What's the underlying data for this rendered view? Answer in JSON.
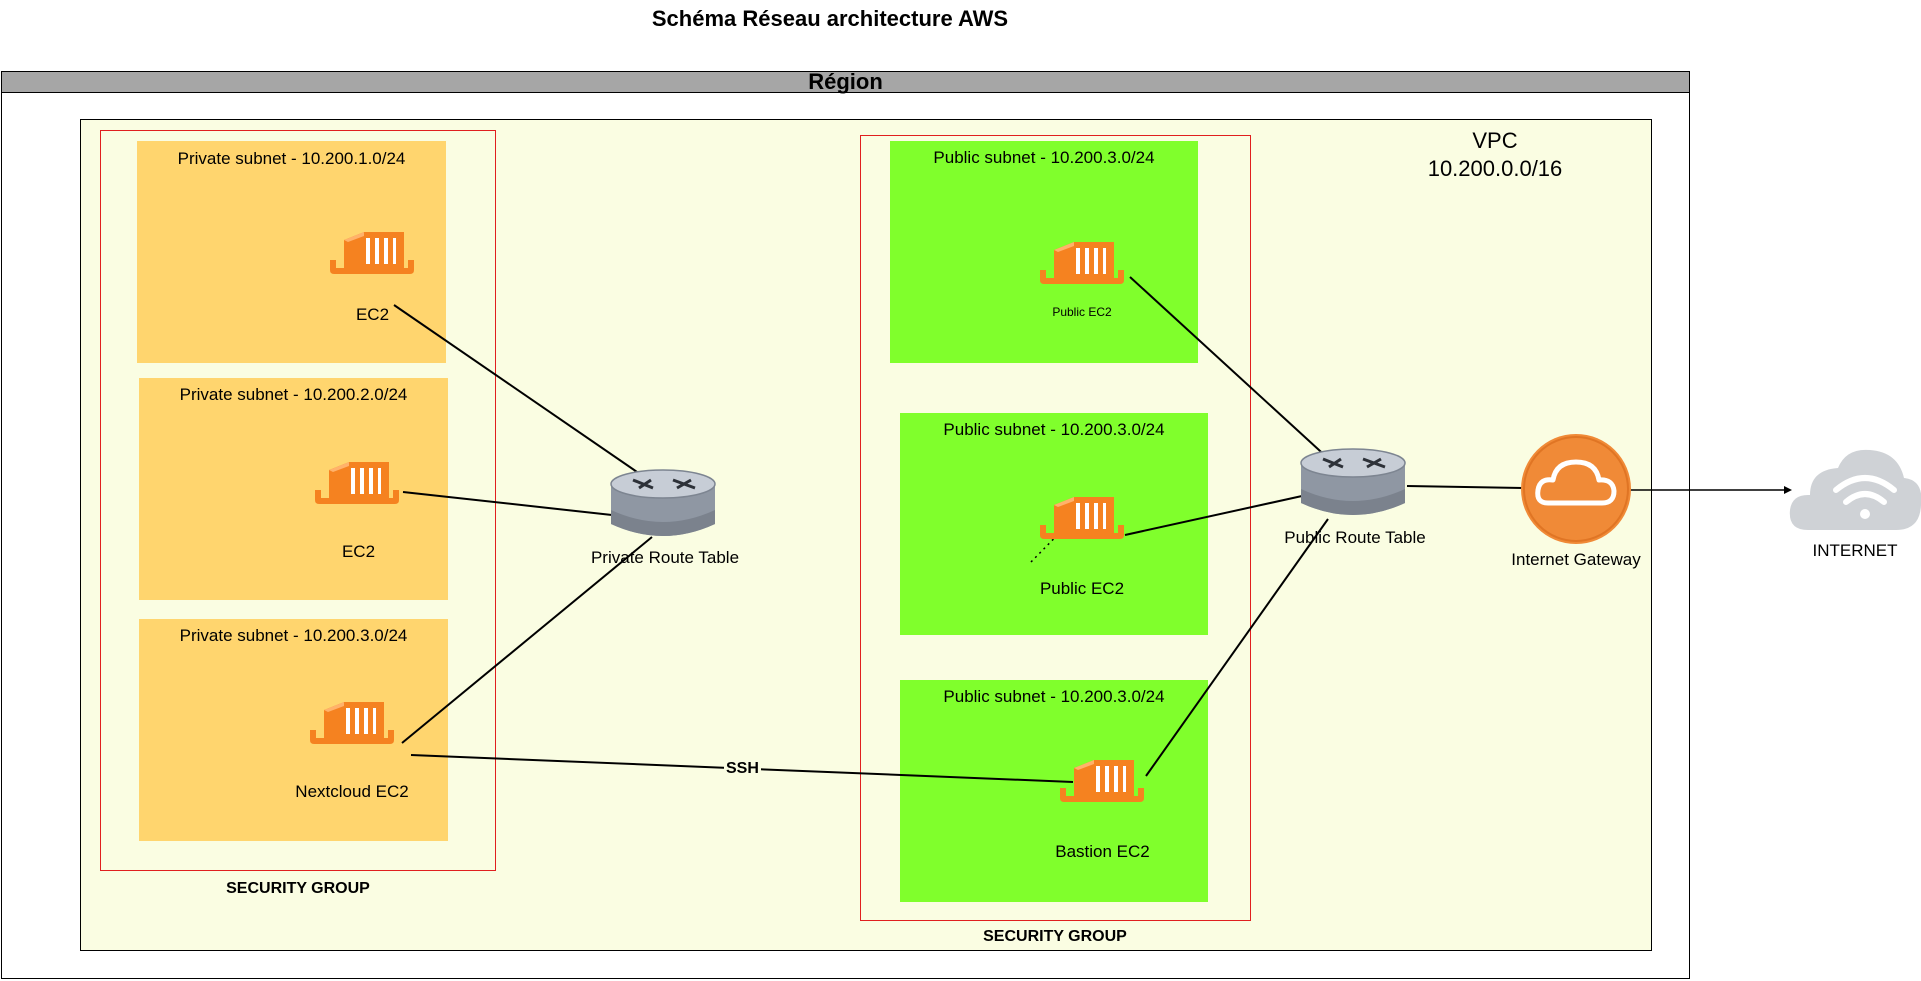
{
  "title": "Schéma Réseau architecture AWS",
  "region": {
    "label": "Région"
  },
  "vpc": {
    "name": "VPC",
    "cidr": "10.200.0.0/16"
  },
  "security_groups": [
    {
      "label": "SECURITY GROUP"
    },
    {
      "label": "SECURITY GROUP"
    }
  ],
  "private_subnets": [
    {
      "title": "Private subnet - 10.200.1.0/24",
      "instance": "EC2"
    },
    {
      "title": "Private subnet - 10.200.2.0/24",
      "instance": "EC2"
    },
    {
      "title": "Private subnet - 10.200.3.0/24",
      "instance": "Nextcloud EC2"
    }
  ],
  "public_subnets": [
    {
      "title": "Public subnet - 10.200.3.0/24",
      "instance": "Public EC2"
    },
    {
      "title": "Public subnet - 10.200.3.0/24",
      "instance": "Public EC2"
    },
    {
      "title": "Public subnet - 10.200.3.0/24",
      "instance": "Bastion EC2"
    }
  ],
  "routers": {
    "private": "Private Route Table",
    "public": "Public Route Table"
  },
  "gateway": "Internet Gateway",
  "internet": "INTERNET",
  "connections": {
    "ssh": "SSH"
  },
  "colors": {
    "private_subnet": "#ffd56e",
    "public_subnet": "#80ff2c",
    "vpc": "#fafde2",
    "security_group_border": "#e01f1f",
    "ec2_icon": "#f58220",
    "gateway": "#f08a37"
  }
}
